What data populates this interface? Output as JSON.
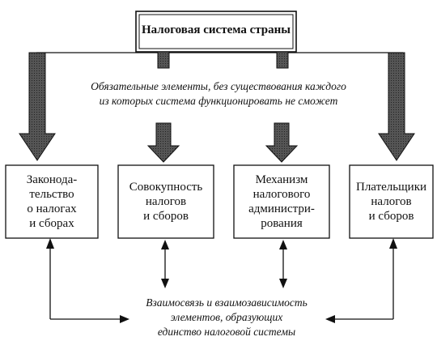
{
  "diagram": {
    "title": "Налоговая система страны",
    "mandatory_text": "Обязательные элементы, без существования каждого\nиз которых система функционировать не сможет",
    "elements": [
      {
        "label": "Законода-\nтельство\nо налогах\nи сборах"
      },
      {
        "label": "Совокупность\nналогов\nи сборов"
      },
      {
        "label": "Механизм\nналогового\nадминистри-\nрования"
      },
      {
        "label": "Плательщики\nналогов\nи сборов"
      }
    ],
    "interrelation_text": "Взаимосвязь и взаимозависимость\nэлементов, образующих\nединство налоговой системы"
  },
  "colors": {
    "line": "#111111",
    "arrow_fill": "#3a3a3a",
    "background": "#ffffff"
  }
}
